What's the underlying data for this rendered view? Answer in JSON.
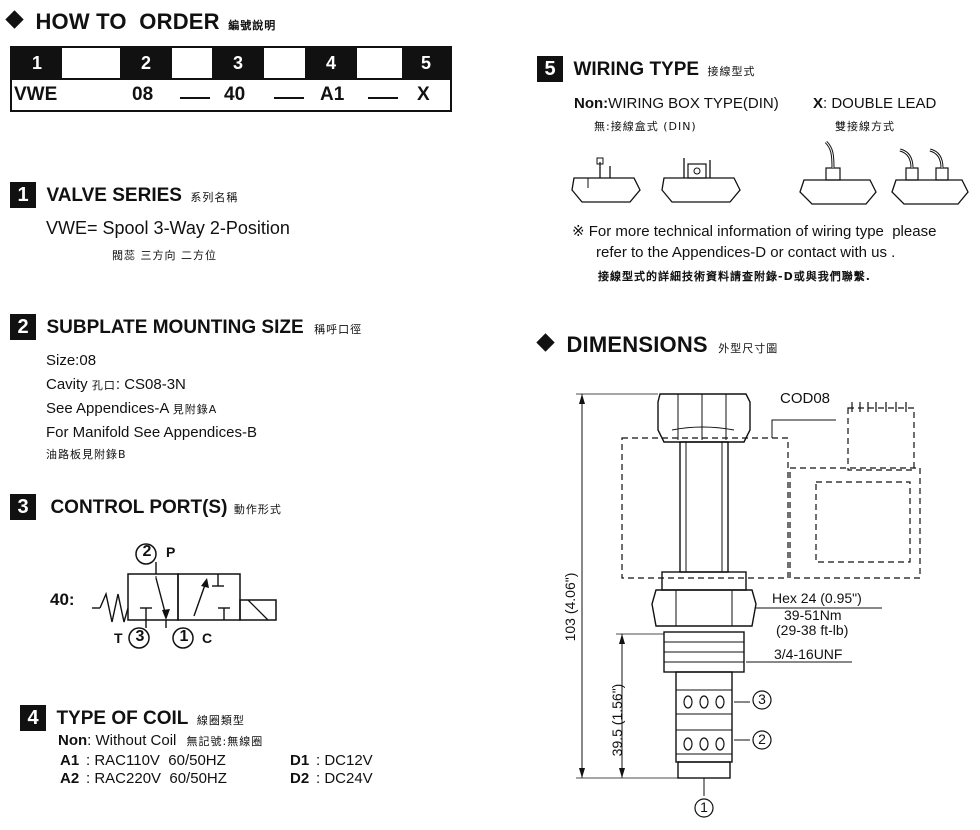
{
  "how_to_order": {
    "title": "HOW TO  ORDER",
    "title_cn": "編號說明",
    "headers": [
      "1",
      "2",
      "3",
      "4",
      "5"
    ],
    "values": [
      "VWE",
      "08",
      "40",
      "A1",
      "X"
    ]
  },
  "section1": {
    "num": "1",
    "title": "VALVE SERIES",
    "title_cn": "系列名稱",
    "line": "VWE= Spool 3-Way 2-Position",
    "line_cn": "閥蕊 三方向 二方位"
  },
  "section2": {
    "num": "2",
    "title": "SUBPLATE MOUNTING SIZE",
    "title_cn": "稱呼口徑",
    "size": "Size:08",
    "cavity_label": "Cavity",
    "cavity_cn": "孔口",
    "cavity_value": ": CS08-3N",
    "see_app_a": "See Appendices-A",
    "see_app_a_cn": "見附錄A",
    "manifold": "For Manifold See Appendices-B",
    "manifold_cn": "油路板見附錄B"
  },
  "section3": {
    "num": "3",
    "title": "CONTROL PORT(S)",
    "title_cn": "動作形式",
    "code": "40:",
    "port2": "2",
    "port2_label": "P",
    "port3_t": "T",
    "port3": "3",
    "port1": "1",
    "port1_label": "C"
  },
  "section4": {
    "num": "4",
    "title": "TYPE OF COIL",
    "title_cn": "線圈類型",
    "non_code": "Non",
    "non_text": ": Without Coil",
    "non_cn": "無記號:無線圈",
    "a1_code": "A1",
    "a1_text": ": RAC110V  60/50HZ",
    "a2_code": "A2",
    "a2_text": ": RAC220V  60/50HZ",
    "d1_code": "D1",
    "d1_text": ": DC12V",
    "d2_code": "D2",
    "d2_text": ": DC24V"
  },
  "section5": {
    "num": "5",
    "title": "WIRING TYPE",
    "title_cn": "接線型式",
    "non_code": "Non:",
    "non_text": "WIRING BOX TYPE(DIN)",
    "non_cn": "無:接線盒式 (DIN)",
    "x_code": "X",
    "x_text": ": DOUBLE LEAD",
    "x_cn": "雙接線方式",
    "note_mark": "※",
    "note_line1": "For more technical information of wiring type  please",
    "note_line2": "refer to the Appendices-D or contact with us .",
    "note_cn": "接線型式的詳細技術資料請查附錄-D或與我們聯繫."
  },
  "dimensions": {
    "title": "DIMENSIONS",
    "title_cn": "外型尺寸圖",
    "cod": "COD08",
    "hex": "Hex 24 (0.95\")",
    "torque1": "39-51Nm",
    "torque2": "(29-38 ft-lb)",
    "thread": "3/4-16UNF",
    "height_total": "103 (4.06\")",
    "height_lower": "39.5 (1.56\")",
    "port3": "3",
    "port2": "2",
    "port1": "1"
  }
}
